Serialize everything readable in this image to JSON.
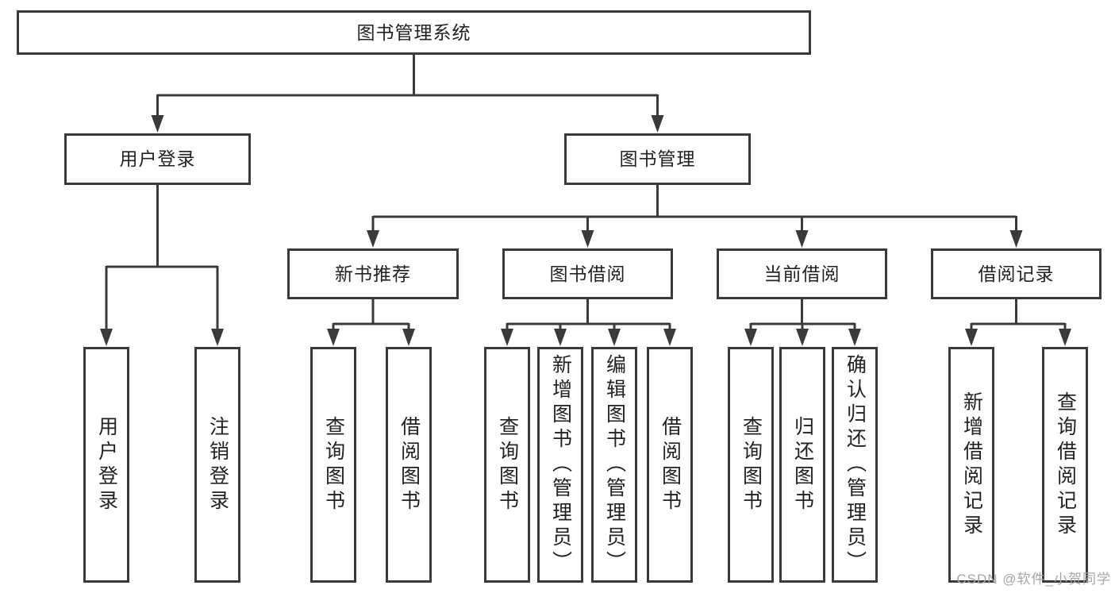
{
  "diagram": {
    "root": {
      "label": "图书管理系统"
    },
    "level2": [
      {
        "label": "用户登录"
      },
      {
        "label": "图书管理"
      }
    ],
    "level3": [
      {
        "label": "新书推荐"
      },
      {
        "label": "图书借阅"
      },
      {
        "label": "当前借阅"
      },
      {
        "label": "借阅记录"
      }
    ],
    "leaves": {
      "login": [
        {
          "label": "用户登录"
        },
        {
          "label": "注销登录"
        }
      ],
      "new_book": [
        {
          "label": "查询图书"
        },
        {
          "label": "借阅图书"
        }
      ],
      "book_borrow": [
        {
          "label": "查询图书"
        },
        {
          "label": "新增图书（管理员）"
        },
        {
          "label": "编辑图书（管理员）"
        },
        {
          "label": "借阅图书"
        }
      ],
      "current_borrow": [
        {
          "label": "查询图书"
        },
        {
          "label": "归还图书"
        },
        {
          "label": "确认归还（管理员）"
        }
      ],
      "borrow_records": [
        {
          "label": "新增借阅记录"
        },
        {
          "label": "查询借阅记录"
        }
      ]
    },
    "colors": {
      "line": "#3a3a3a",
      "text": "#222222",
      "background": "#ffffff",
      "watermark": "#a6a6a6"
    }
  },
  "watermark": {
    "text": "CSDN @软件_小贺同学"
  }
}
